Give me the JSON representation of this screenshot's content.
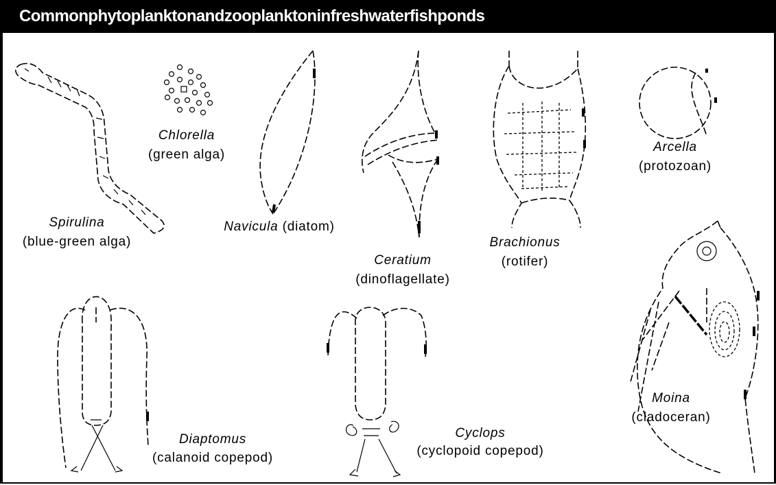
{
  "title": "Commonphytoplanktonandzooplanktoninfreshwaterfishponds",
  "organisms": [
    {
      "genus": "Spirulina",
      "group": "(blue-green alga)"
    },
    {
      "genus": "Chlorella",
      "group": "(green alga)"
    },
    {
      "genus": "Navicula",
      "group": "(diatom)"
    },
    {
      "genus": "Ceratium",
      "group": "(dinoflagellate)"
    },
    {
      "genus": "Brachionus",
      "group": "(rotifer)"
    },
    {
      "genus": "Arcella",
      "group": "(protozoan)"
    },
    {
      "genus": "Diaptomus",
      "group": "(calanoid copepod)"
    },
    {
      "genus": "Cyclops",
      "group": "(cyclopoid copepod)"
    },
    {
      "genus": "Moina",
      "group": "(cladoceran)"
    }
  ],
  "colors": {
    "title_bar": "#000000",
    "title_text": "#ffffff",
    "background": "#ffffff",
    "line": "#000000"
  }
}
